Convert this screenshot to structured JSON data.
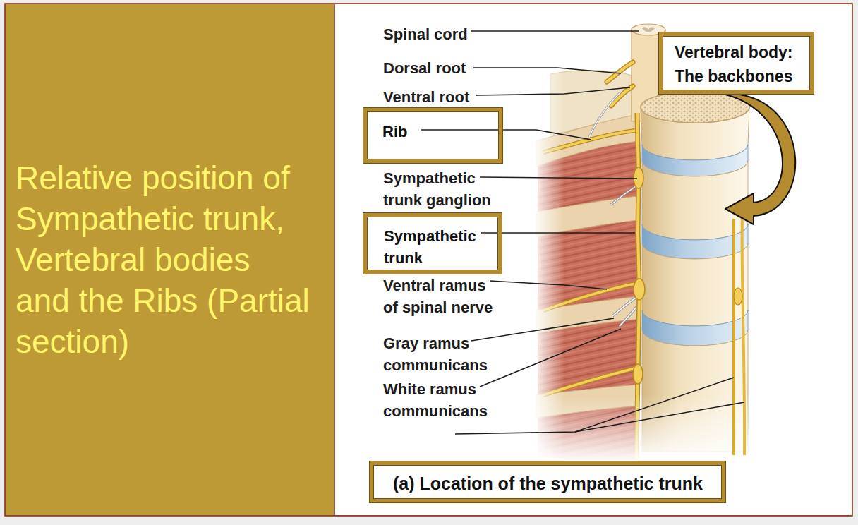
{
  "diagram": {
    "title": "Relative position of Sympathetic trunk, Vertebral bodies and the Ribs (Partial section)",
    "caption": "(a) Location of the sympathetic trunk",
    "nodes": [
      {
        "text": [
          "Vertebral body: The backbones"
        ]
      },
      {
        "text": [
          "Rib"
        ]
      },
      {
        "text": [
          "Sympathetic trunk"
        ]
      }
    ],
    "labels": [
      "Spinal cord",
      "Dorsal root",
      "Ventral root",
      "Sympathetic trunk ganglion",
      "Ventral ramus of spinal nerve",
      "Gray ramus communicans",
      "White ramus communicans"
    ]
  }
}
